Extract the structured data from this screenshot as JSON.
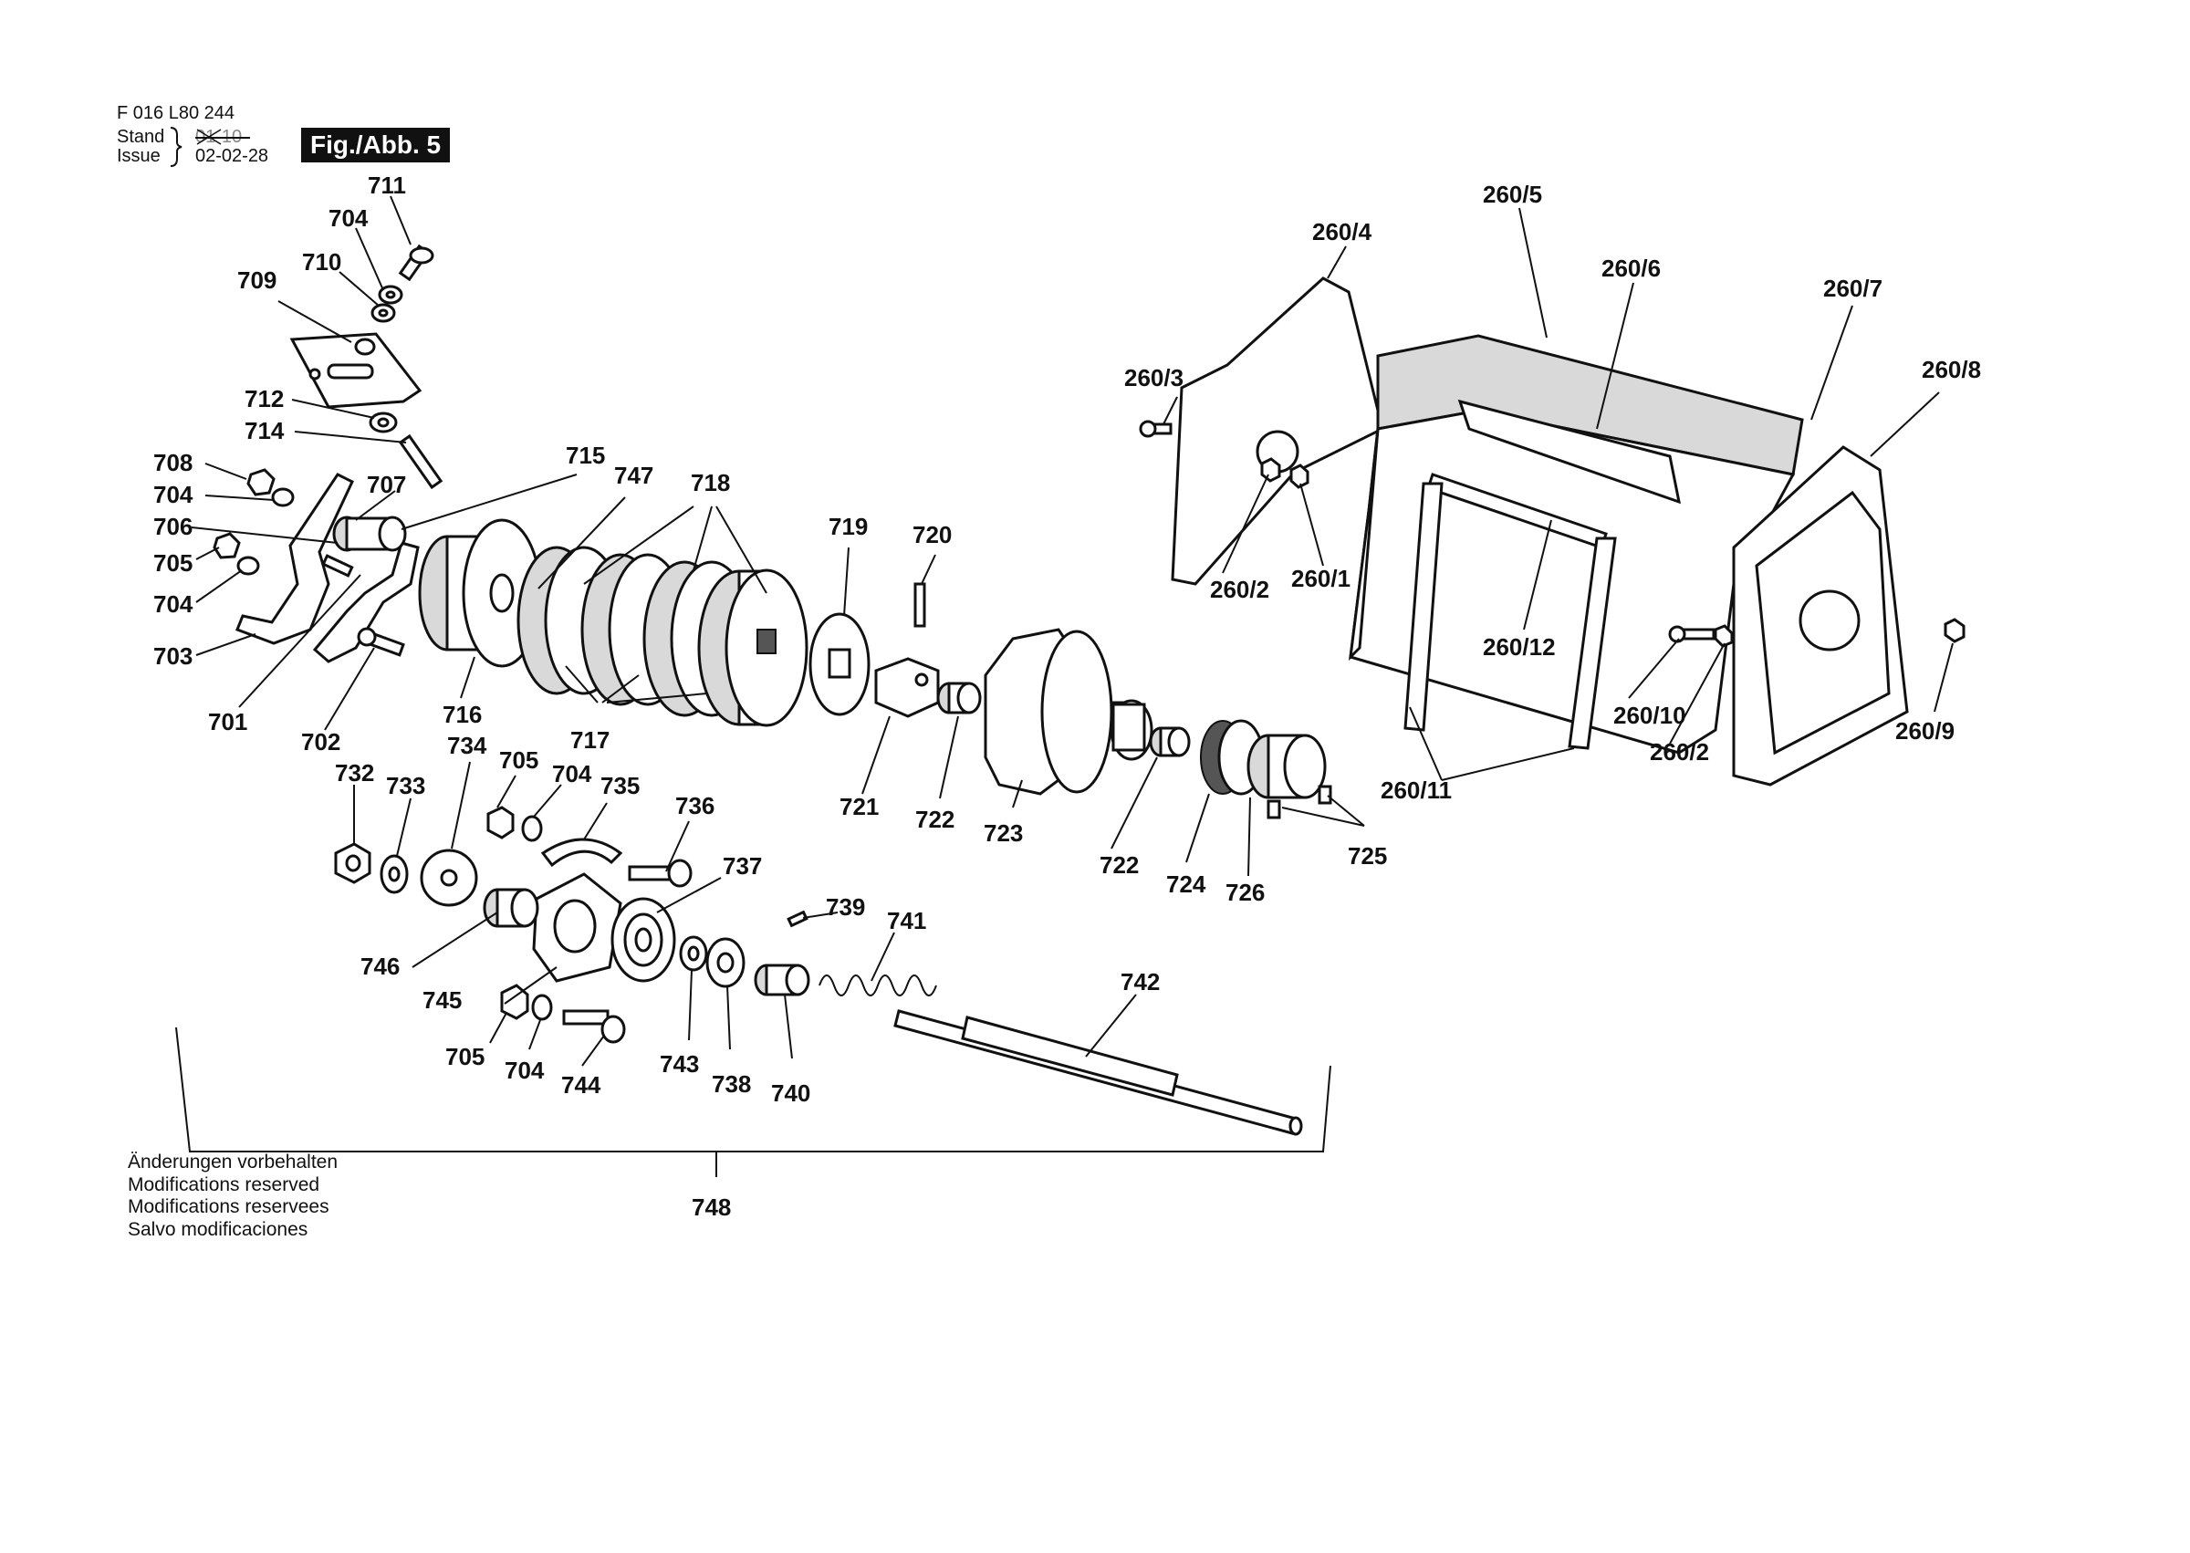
{
  "header": {
    "doc_number": "F 016 L80 244",
    "stand_label": "Stand",
    "issue_label": "Issue",
    "stand_struck": "01-10",
    "issue_date": "02-02-28",
    "figure_label": "Fig./Abb. 5"
  },
  "notes": [
    "Änderungen vorbehalten",
    "Modifications reserved",
    "Modifications reservees",
    "Salvo modificaciones"
  ],
  "part_labels": [
    "711",
    "704",
    "710",
    "709",
    "712",
    "714",
    "708",
    "704",
    "707",
    "706",
    "705",
    "704",
    "703",
    "701",
    "702",
    "715",
    "747",
    "718",
    "719",
    "720",
    "716",
    "717",
    "721",
    "722",
    "723",
    "722",
    "724",
    "726",
    "725",
    "734",
    "732",
    "733",
    "705",
    "704",
    "735",
    "736",
    "737",
    "739",
    "741",
    "742",
    "746",
    "745",
    "705",
    "704",
    "744",
    "743",
    "738",
    "740",
    "748",
    "260/5",
    "260/4",
    "260/6",
    "260/7",
    "260/3",
    "260/8",
    "260/2",
    "260/1",
    "260/12",
    "260/10",
    "260/2",
    "260/9",
    "260/11"
  ],
  "icons": [
    "bracket-icon",
    "brace-icon",
    "struck-text-icon"
  ]
}
